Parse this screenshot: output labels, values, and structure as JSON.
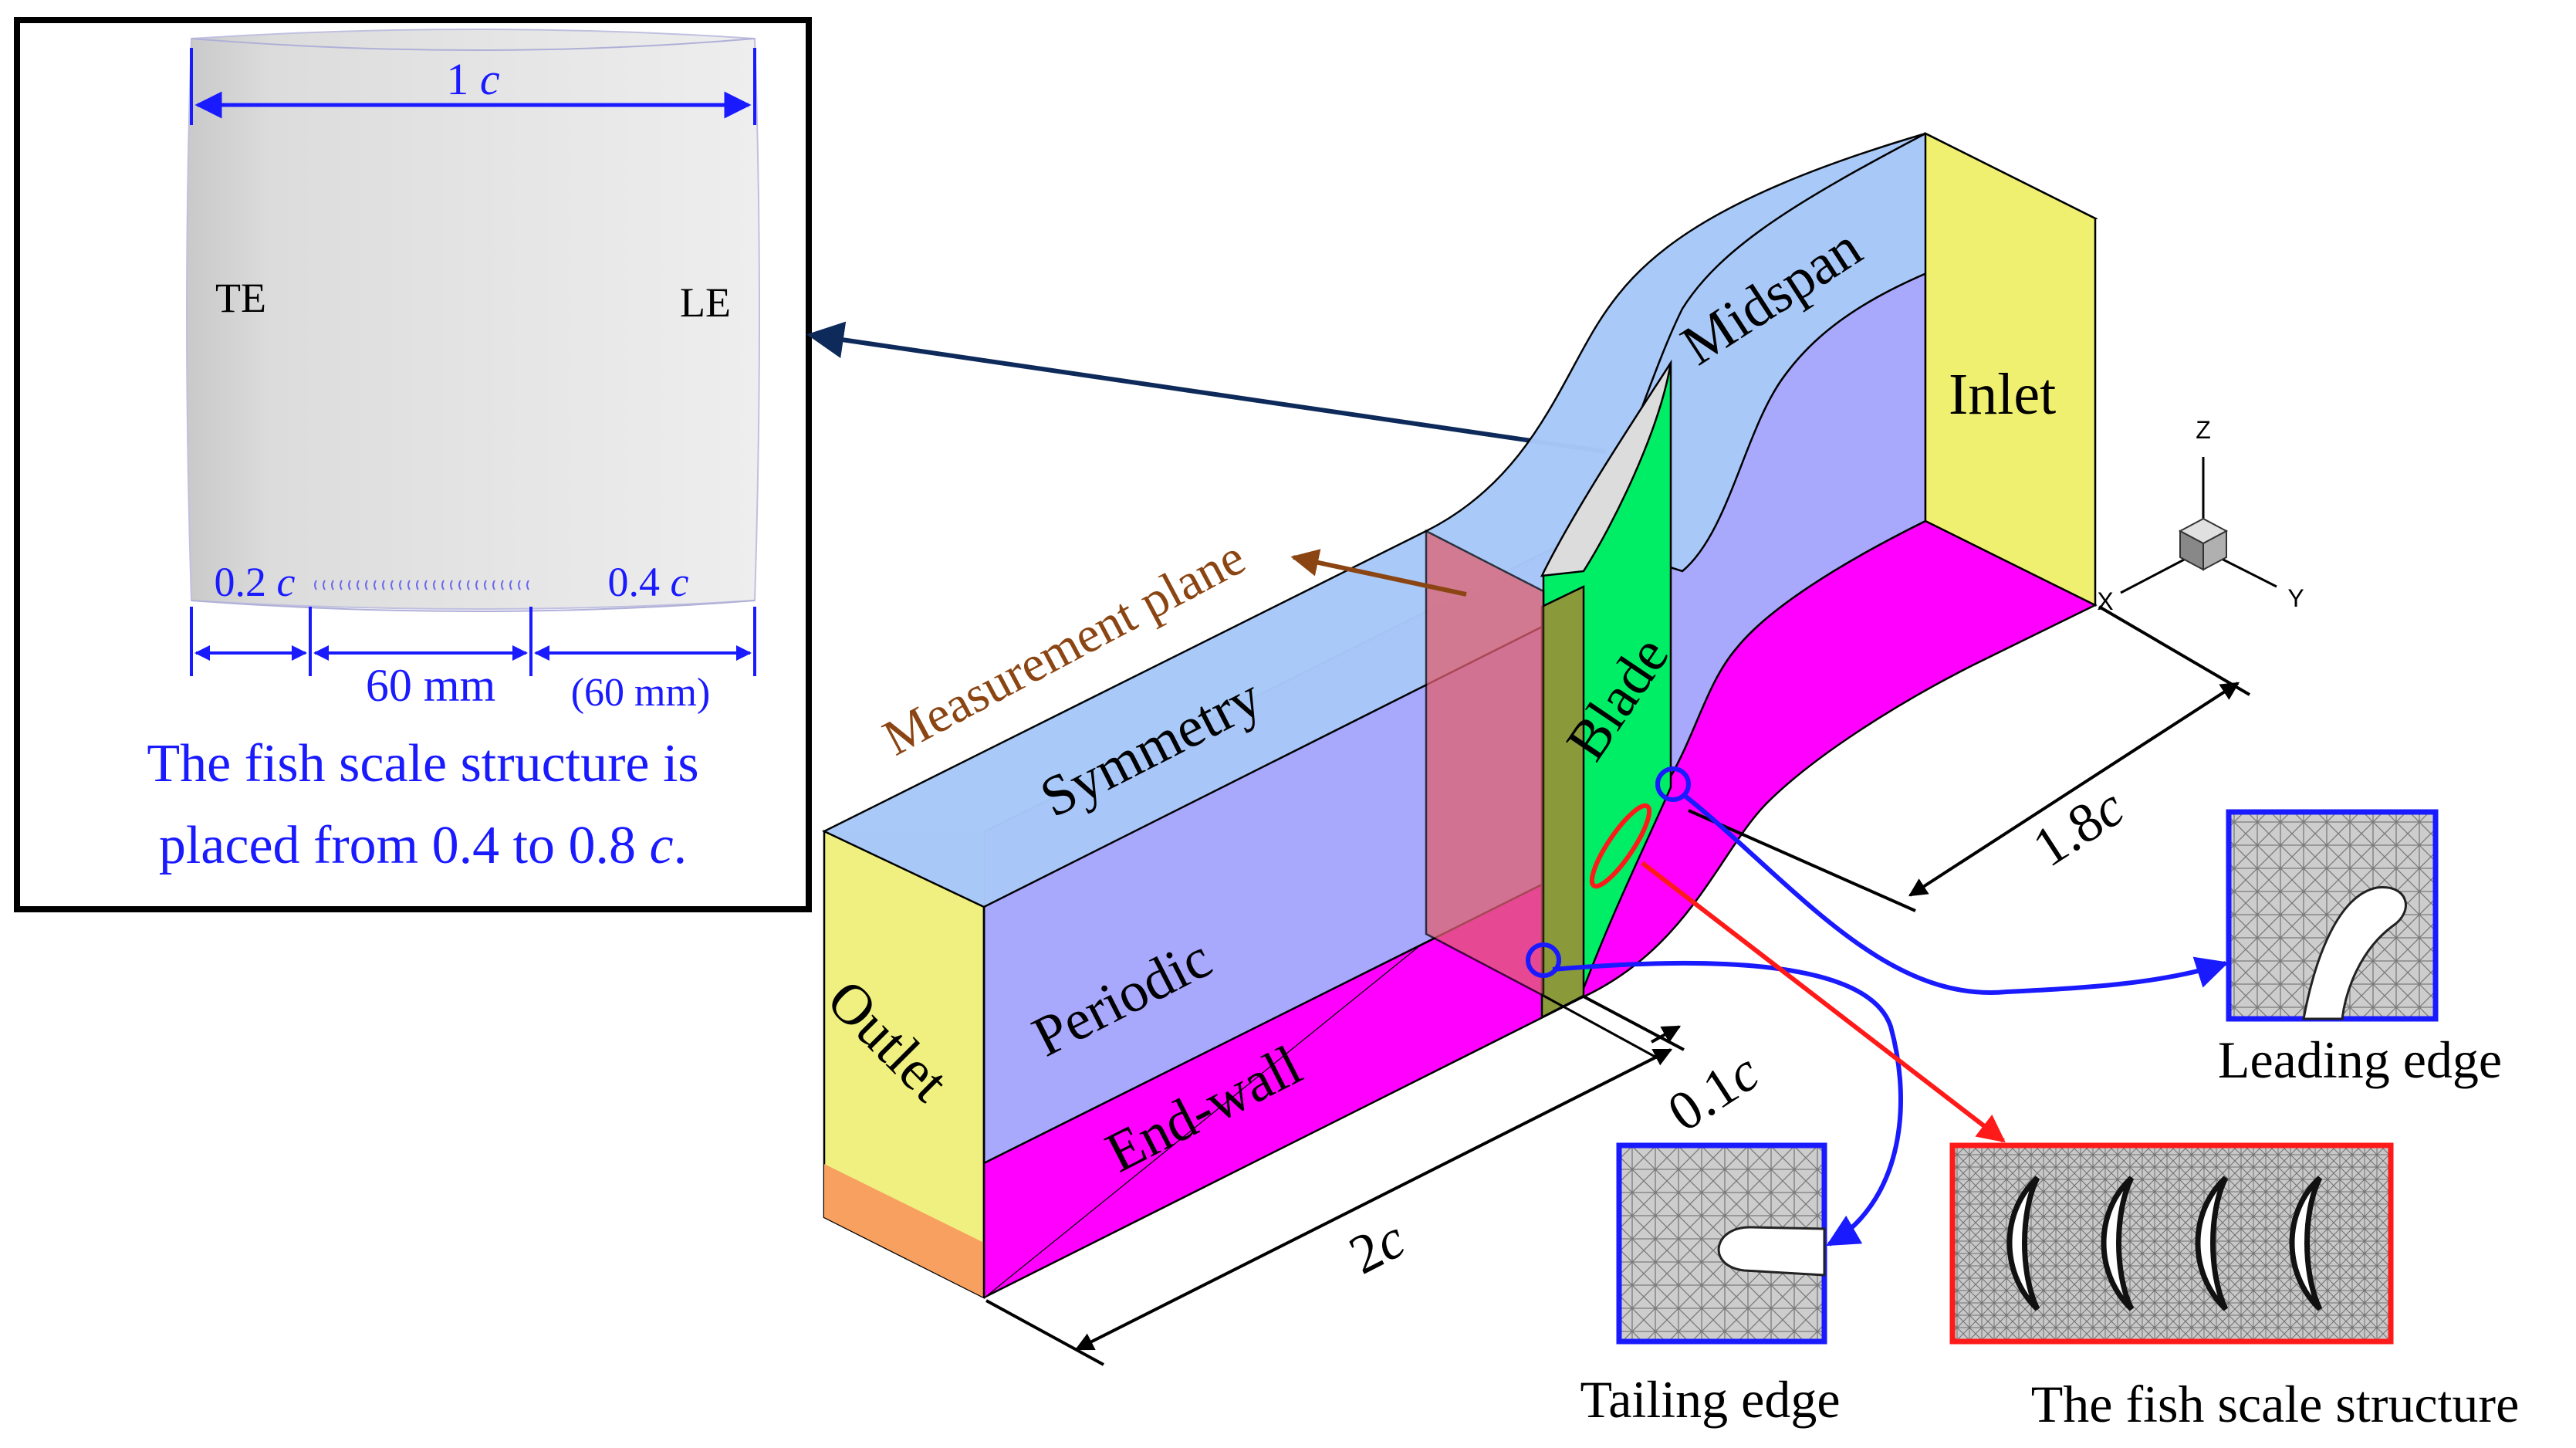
{
  "inset": {
    "dim_top": "1",
    "dim_top_unit": "c",
    "te_label": "TE",
    "le_label": "LE",
    "dim_left": "0.2",
    "dim_left_unit": "c",
    "dim_right": "0.4",
    "dim_right_unit": "c",
    "dim_mid": "60 mm",
    "dim_right_mm": "(60 mm)",
    "caption_line1": "The fish scale structure is",
    "caption_line2_prefix": "placed from 0.4 to 0.8 ",
    "caption_line2_unit": "c",
    "caption_line2_suffix": "."
  },
  "domain": {
    "midspan": "Midspan",
    "inlet": "Inlet",
    "measurement_plane": "Measurement plane",
    "symmetry": "Symmetry",
    "blade": "Blade",
    "periodic": "Periodic",
    "outlet": "Outlet",
    "end_wall": "End-wall"
  },
  "dimensions": {
    "inlet_len": "1.8",
    "inlet_unit": "c",
    "gap": "0.1",
    "gap_unit": "c",
    "outlet_len": "2",
    "outlet_unit": "c"
  },
  "axes": {
    "z": "Z",
    "x": "X",
    "y": "Y"
  },
  "details": {
    "leading_edge": "Leading edge",
    "tailing_edge": "Tailing edge",
    "fish_scale": "The fish scale structure"
  },
  "colors": {
    "top_face": "#a8c8f8",
    "side_face": "#a8a8fc",
    "inlet_face": "#f0f070",
    "outlet_face": "#f0f080",
    "end_wall": "#ff00ff",
    "blade": "#00ee66",
    "measurement_plane": "#e06070",
    "measurement_text": "#8b4513",
    "inset_blue": "#1a1aff",
    "leader_blue": "#1a1acc",
    "leader_red": "#ff1a1a"
  }
}
